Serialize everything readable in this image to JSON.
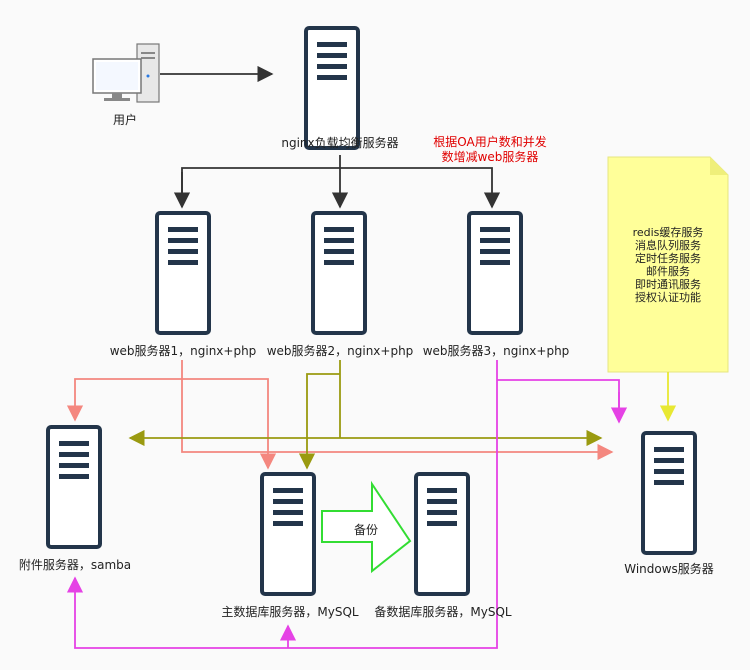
{
  "nodes": {
    "user": "用户",
    "nginx": "nginx负载均衡服务器",
    "web1": "web服务器1，nginx+php",
    "web2": "web服务器2，nginx+php",
    "web3": "web服务器3，nginx+php",
    "attach": "附件服务器，samba",
    "master_db": "主数据库服务器，MySQL",
    "backup_db": "备数据库服务器，MySQL",
    "windows": "Windows服务器"
  },
  "note": {
    "lines": [
      "根据OA用户数和并发",
      "数增减web服务器"
    ],
    "color": "#e00000"
  },
  "sticky": {
    "lines": [
      "redis缓存服务",
      "消息队列服务",
      "定时任务服务",
      "邮件服务",
      "即时通讯服务",
      "授权认证功能"
    ],
    "color": "#ffff99"
  },
  "backup_arrow_label": "备份",
  "colors": {
    "black": "#333333",
    "salmon": "#f4877f",
    "olive": "#9a9a10",
    "magenta": "#e542e5",
    "yellow": "#e8e832",
    "green": "#33dd33"
  }
}
